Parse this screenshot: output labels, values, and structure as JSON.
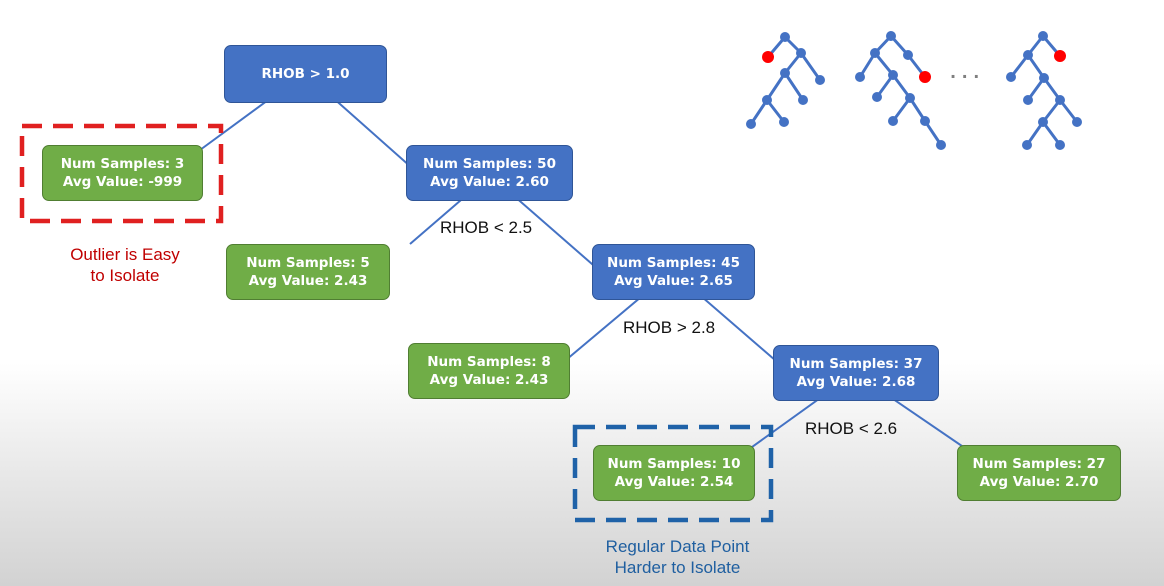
{
  "root": {
    "label": "RHOB > 1.0"
  },
  "nodes": {
    "outlier_leaf": {
      "line1": "Num Samples: 3",
      "line2": "Avg Value: -999"
    },
    "node_50": {
      "line1": "Num Samples: 50",
      "line2": "Avg Value: 2.60"
    },
    "leaf_5": {
      "line1": "Num Samples: 5",
      "line2": "Avg Value: 2.43"
    },
    "node_45": {
      "line1": "Num Samples: 45",
      "line2": "Avg Value: 2.65"
    },
    "leaf_8": {
      "line1": "Num Samples: 8",
      "line2": "Avg Value: 2.43"
    },
    "node_37": {
      "line1": "Num Samples: 37",
      "line2": "Avg Value: 2.68"
    },
    "leaf_10": {
      "line1": "Num Samples: 10",
      "line2": "Avg Value: 2.54"
    },
    "leaf_27": {
      "line1": "Num Samples: 27",
      "line2": "Avg Value: 2.70"
    }
  },
  "conditions": {
    "split_2": "RHOB < 2.5",
    "split_3": "RHOB > 2.8",
    "split_4": "RHOB < 2.6"
  },
  "annotations": {
    "outlier_note": [
      "Outlier is Easy",
      "to Isolate"
    ],
    "regular_note": [
      "Regular Data Point",
      "Harder to Isolate"
    ]
  },
  "forest": {
    "ellipsis": "· · ·"
  },
  "colors": {
    "split_node": "#4472c4",
    "leaf_node": "#70ad47",
    "outlier_highlight": "#e02020",
    "regular_highlight": "#1f62a8",
    "outlier_text": "#c00000",
    "regular_text": "#1f5fa0",
    "forest_node": "#4472c4",
    "forest_isolated": "#ff0000"
  }
}
